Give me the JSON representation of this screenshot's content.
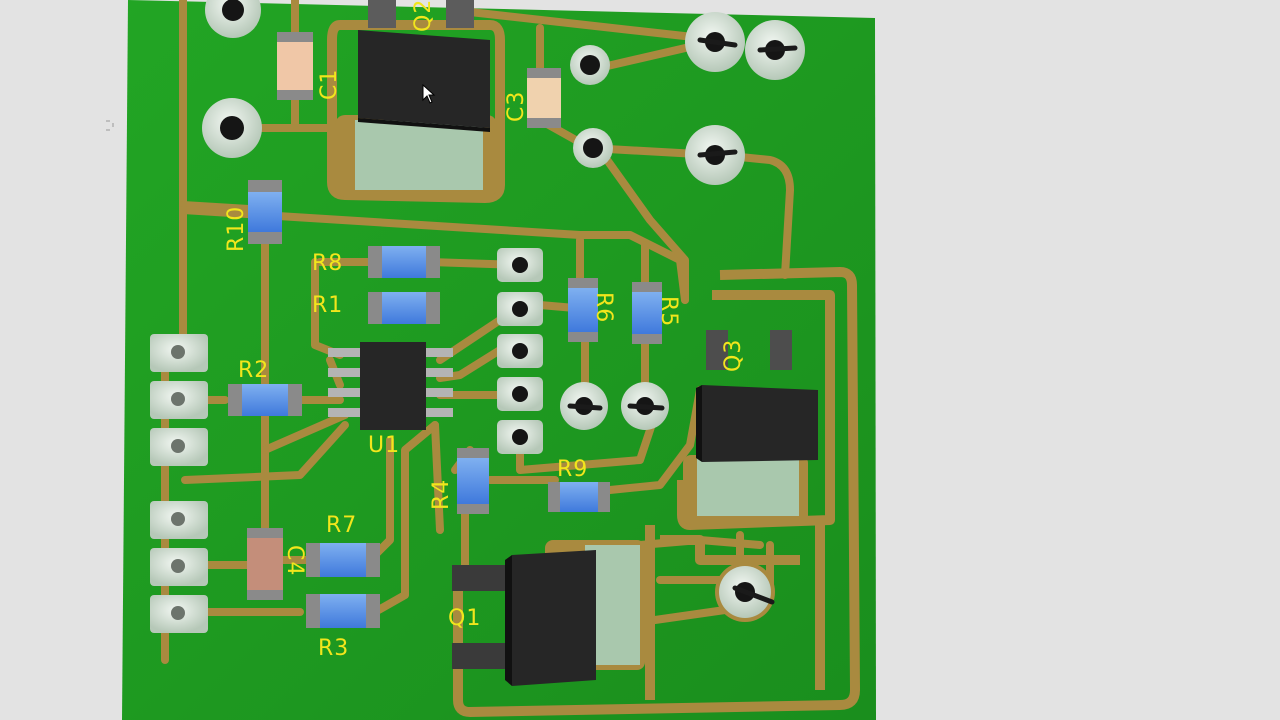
{
  "viewer": {
    "background_color": "#e3e3e3"
  },
  "board": {
    "substrate_color": "#1f9a1f",
    "trace_color": "#a98a3f",
    "silkscreen_color": "#f2e61c",
    "components": {
      "capacitors": [
        {
          "ref": "C1"
        },
        {
          "ref": "C3"
        },
        {
          "ref": "C4"
        }
      ],
      "resistors": [
        {
          "ref": "R10"
        },
        {
          "ref": "R8"
        },
        {
          "ref": "R1"
        },
        {
          "ref": "R6"
        },
        {
          "ref": "R5"
        },
        {
          "ref": "R2"
        },
        {
          "ref": "R7"
        },
        {
          "ref": "R3"
        },
        {
          "ref": "R4"
        },
        {
          "ref": "R9"
        }
      ],
      "transistors": [
        {
          "ref": "Q1"
        },
        {
          "ref": "Q2"
        },
        {
          "ref": "Q3"
        }
      ],
      "ics": [
        {
          "ref": "U1"
        }
      ]
    }
  }
}
